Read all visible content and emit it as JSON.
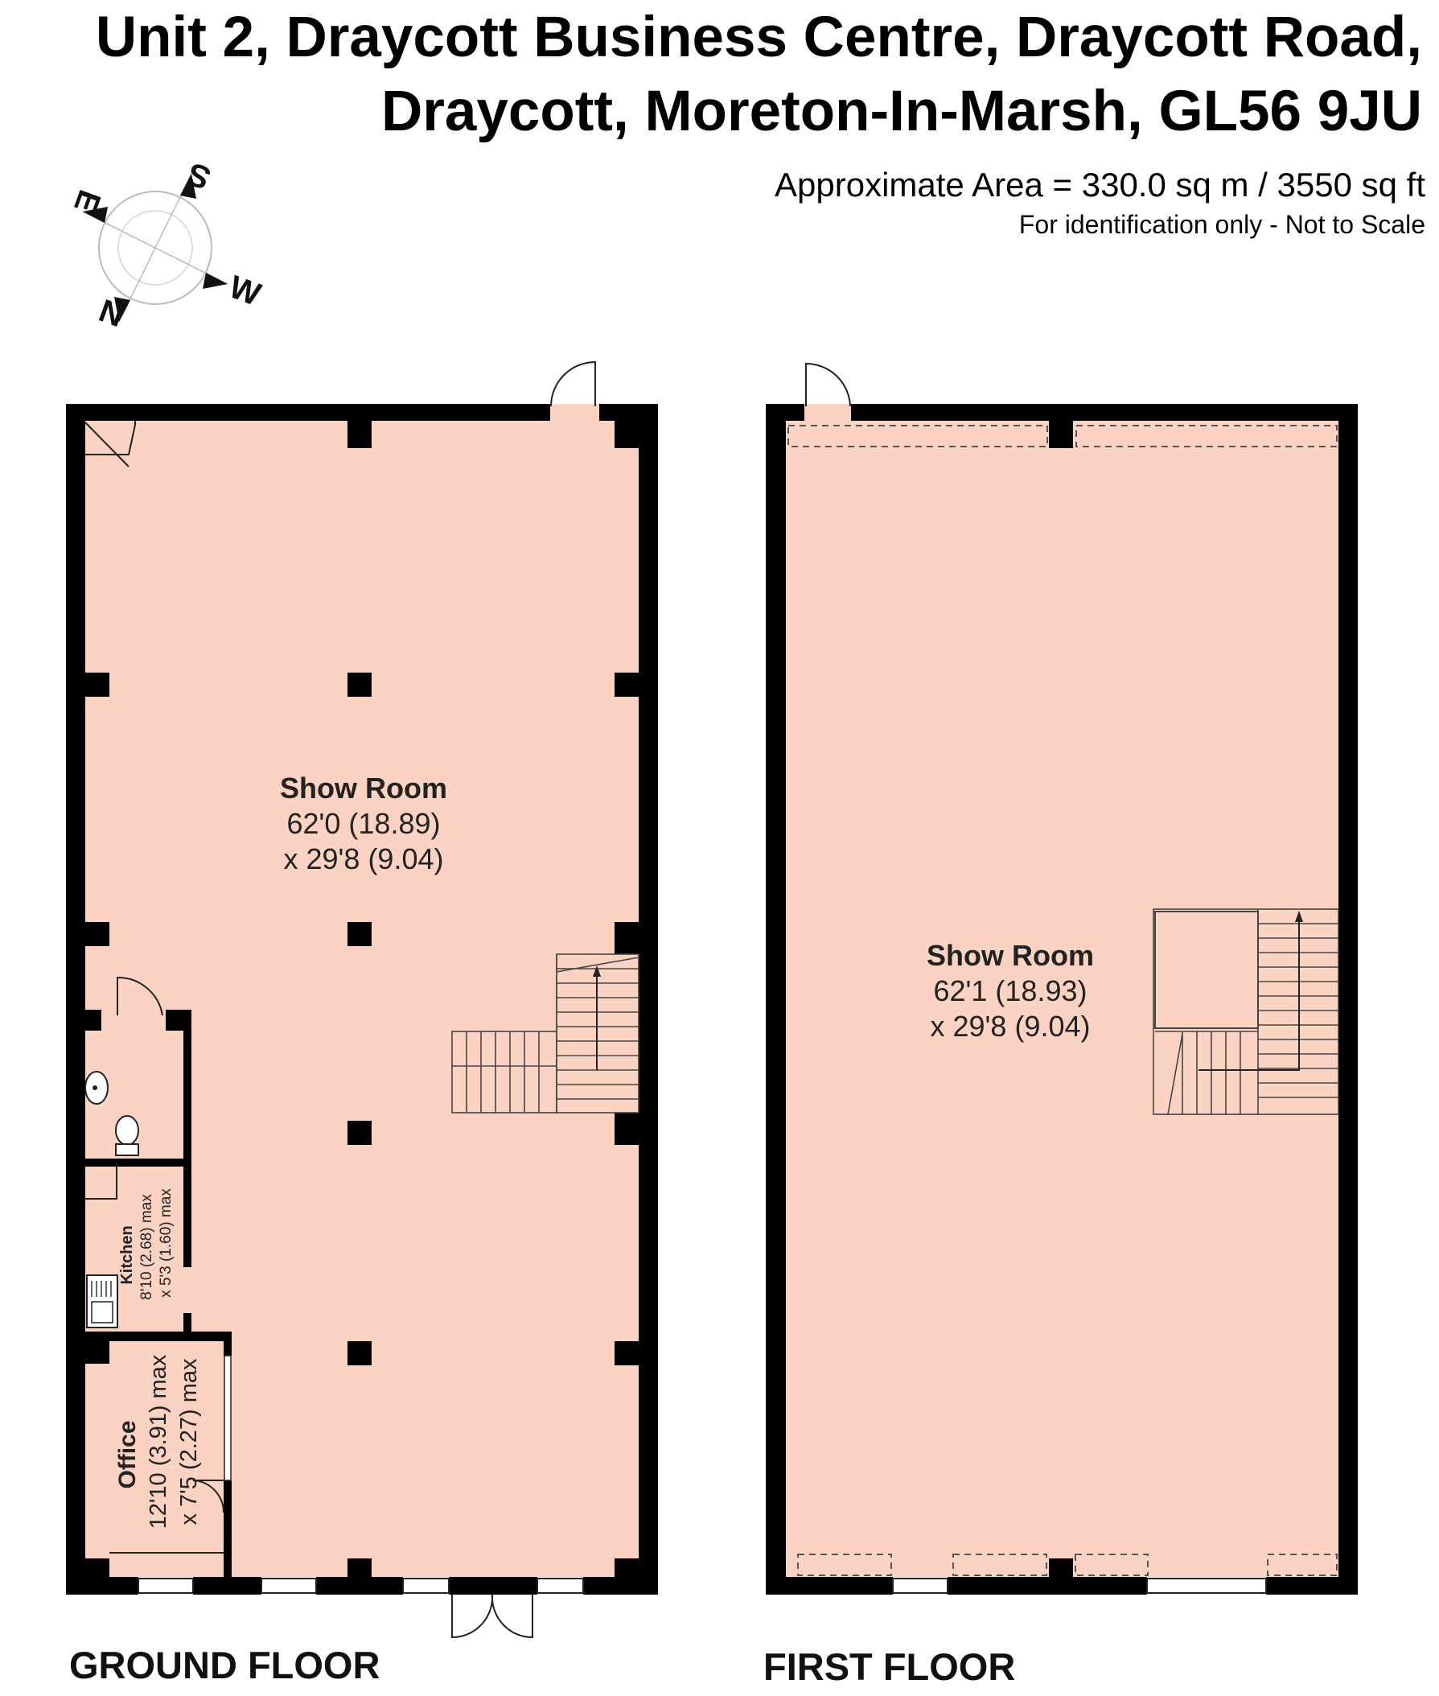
{
  "header": {
    "address_line1": "Unit 2, Draycott Business Centre, Draycott Road,",
    "address_line2": "Draycott, Moreton-In-Marsh, GL56 9JU",
    "area": "Approximate Area = 330.0 sq m / 3550 sq ft",
    "disclaimer": "For identification only - Not to Scale"
  },
  "compass": {
    "n": "N",
    "s": "S",
    "e": "E",
    "w": "W"
  },
  "ground_floor": {
    "label": "GROUND FLOOR",
    "show_room": {
      "name": "Show Room",
      "dim1": "62'0 (18.89)",
      "dim2": "x 29'8 (9.04)"
    },
    "kitchen": {
      "name": "Kitchen",
      "dim1": "8'10 (2.68) max",
      "dim2": "x 5'3 (1.60) max"
    },
    "office": {
      "name": "Office",
      "dim1": "12'10 (3.91) max",
      "dim2": "x 7'5 (2.27) max"
    }
  },
  "first_floor": {
    "label": "FIRST FLOOR",
    "show_room": {
      "name": "Show Room",
      "dim1": "62'1 (18.93)",
      "dim2": "x 29'8 (9.04)"
    }
  },
  "colors": {
    "floor": "#fcd2c2",
    "wall": "#000000"
  }
}
